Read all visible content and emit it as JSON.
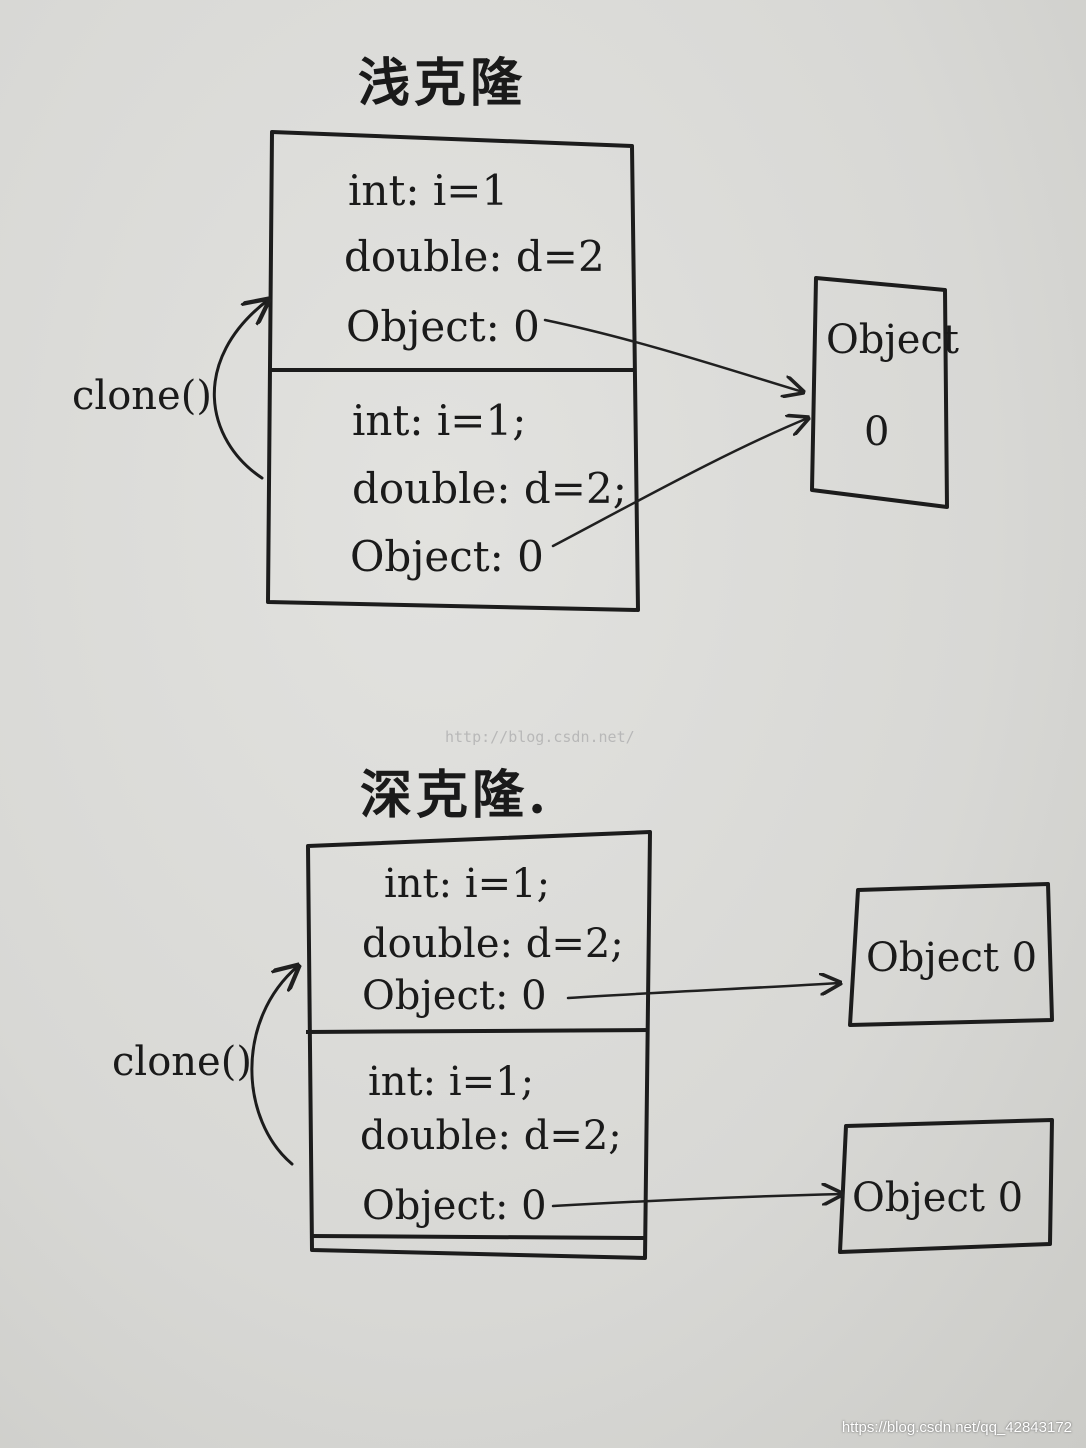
{
  "shallow": {
    "title": "浅克隆",
    "original_fields": [
      "int: i=1",
      "double: d=2",
      "Object: 0"
    ],
    "copy_fields": [
      "int: i=1;",
      "double: d=2;",
      "Object: 0"
    ],
    "clone_label": "clone()",
    "object_box": {
      "label": "Object",
      "value": "0"
    }
  },
  "deep": {
    "title": "深克隆.",
    "original_fields": [
      "int: i=1;",
      "double: d=2;",
      "Object: 0"
    ],
    "copy_fields": [
      "int: i=1;",
      "double: d=2;",
      "Object: 0"
    ],
    "clone_label": "clone()",
    "object_box_top": "Object 0",
    "object_box_bottom": "Object 0"
  },
  "watermark": "http://blog.csdn.net/",
  "footer_watermark": "https://blog.csdn.net/qq_42843172",
  "colors": {
    "ink": "#1c1c1c",
    "paper": "#d9d9d6"
  }
}
